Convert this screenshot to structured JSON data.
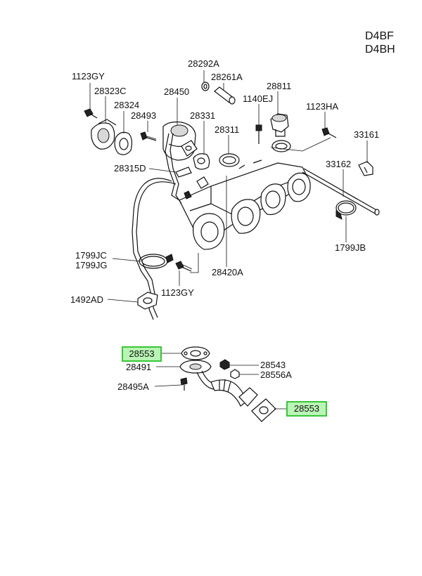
{
  "engine_codes": [
    "D4BF",
    "D4BH"
  ],
  "callouts": {
    "p1123GY_top": "1123GY",
    "p28323C": "28323C",
    "p28324": "28324",
    "p28493": "28493",
    "p28450": "28450",
    "p28292A": "28292A",
    "p28261A": "28261A",
    "p28331": "28331",
    "p28811": "28811",
    "p1140EJ": "1140EJ",
    "p1123HA": "1123HA",
    "p28311": "28311",
    "p33161": "33161",
    "p28315D": "28315D",
    "p33162": "33162",
    "p1799JC": "1799JC",
    "p1799JG": "1799JG",
    "p28420A": "28420A",
    "p1799JB": "1799JB",
    "p1492AD": "1492AD",
    "p1123GY_bottom": "1123GY",
    "p28553_left": "28553",
    "p28491": "28491",
    "p28543": "28543",
    "p28556A": "28556A",
    "p28495A": "28495A",
    "p28553_right": "28553"
  },
  "highlight_color": "#b9f5b4",
  "highlight_border": "#38c638"
}
